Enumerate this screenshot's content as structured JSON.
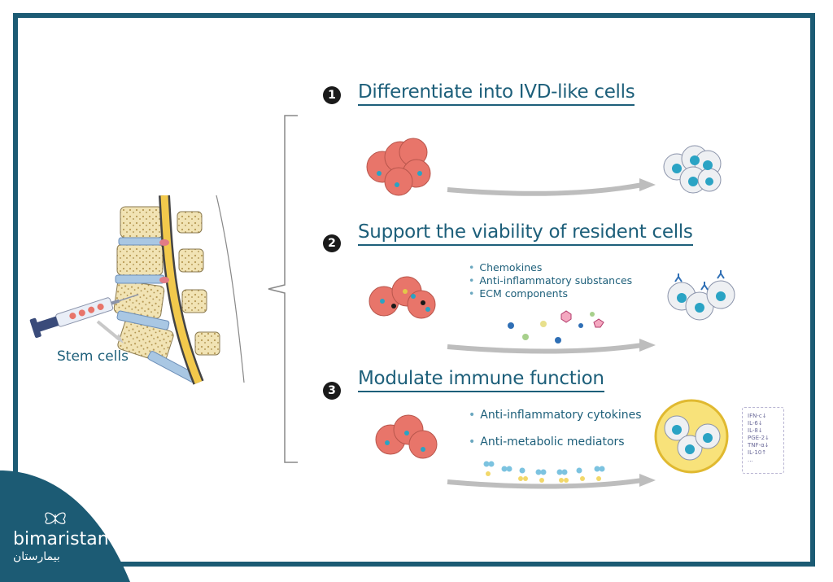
{
  "steps": [
    {
      "number": "1",
      "heading": "Differentiate into IVD-like cells"
    },
    {
      "number": "2",
      "heading": "Support the viability of resident cells",
      "bullets": [
        "Chemokines",
        "Anti-inflammatory substances",
        "ECM components"
      ]
    },
    {
      "number": "3",
      "heading": "Modulate immune function",
      "bullets": [
        "Anti-inflammatory cytokines",
        "Anti-metabolic mediators"
      ]
    }
  ],
  "stem_cells_label": "Stem cells",
  "immune_markers": [
    "IFN-c↓",
    "IL-6↓",
    "IL-8↓",
    "PGE-2↓",
    "TNF-α↓",
    "IL-10↑",
    "..."
  ],
  "logo": {
    "name": "bimaristan",
    "arabic": "بيمارستان"
  },
  "colors": {
    "brand": "#1c5b74",
    "heading": "#1d5f7a",
    "stem_cell": "#e8756a",
    "nucleus": "#2aa3c4"
  }
}
